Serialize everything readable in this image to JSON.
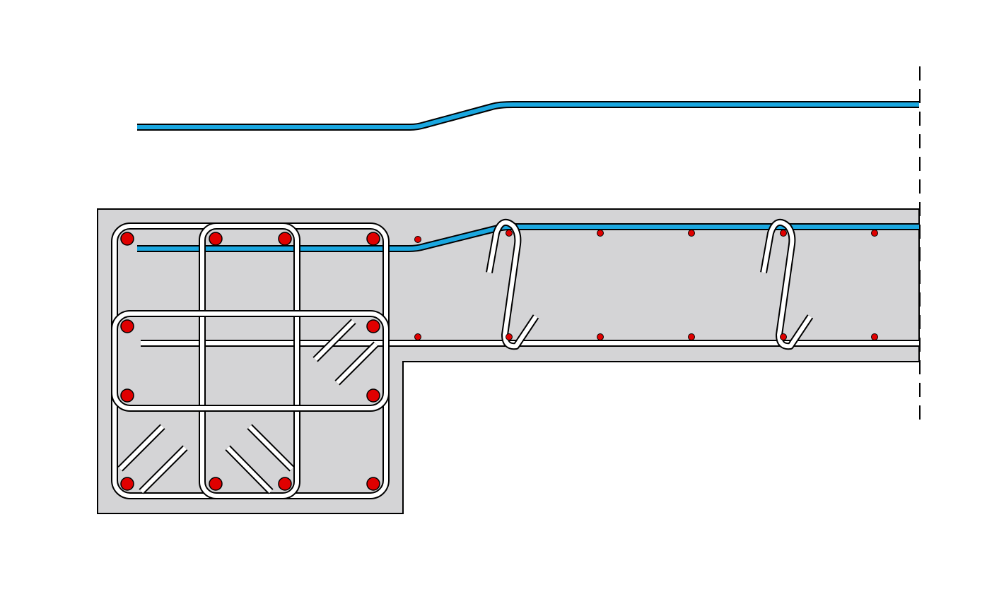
{
  "colors": {
    "background": "#ffffff",
    "concrete": "#d4d4d6",
    "outline": "#000000",
    "rebar_fill": "#ffffff",
    "slab_bar": "#1aa7e0",
    "longitudinal_bar": "#e00000"
  },
  "diagram": {
    "elements": [
      "concrete-section",
      "beam-cross-section",
      "slab",
      "detached-slab-bar",
      "slab-top-bar",
      "slab-bottom-bar",
      "z-shaped-links",
      "cut-line"
    ]
  }
}
